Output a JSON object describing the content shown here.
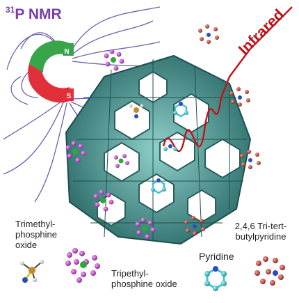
{
  "labels": {
    "nmr_prefix": "31",
    "nmr_suffix": "P NMR",
    "infrared": "Infrared",
    "tmpo_line1": "Trimethyl-",
    "tmpo_line2": "phosphine",
    "tmpo_line3": "oxide",
    "tppo_line1": "Tripethyl-",
    "tppo_line2": "phosphine oxide",
    "pyridine": "Pyridine",
    "ttbp_line1": "2,4,6 Tri-tert-",
    "ttbp_line2": "butylpyridine"
  },
  "magnet": {
    "north": "N",
    "south": "S"
  },
  "colors": {
    "nmr_text": "#7a3eaa",
    "infrared_text": "#c0121a",
    "field_lines": "#6b5fb0",
    "magnet_red": "#e1303a",
    "magnet_green": "#37a64a",
    "zeolite_face": "#5fa6a2",
    "zeolite_dark": "#2f6f6c",
    "tppo_atoms": "#b43dc0",
    "pyridine_atoms": "#3fc5d0",
    "ttbp_atoms": "#b5322a"
  }
}
